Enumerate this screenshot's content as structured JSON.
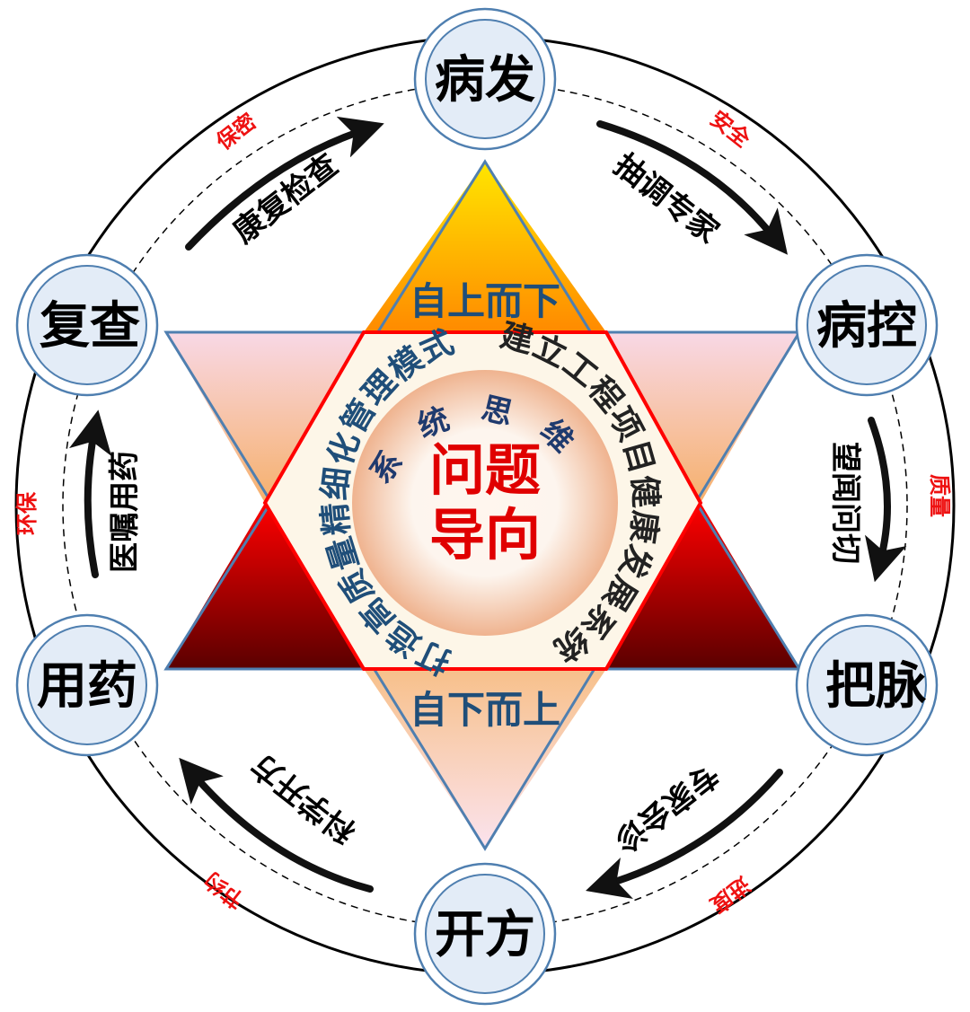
{
  "diagram": {
    "title": "问题导向 系统思维",
    "colors": {
      "node_fill": "#e3ecf7",
      "node_stroke": "#4f7fb0",
      "star_stroke": "#4f7fb0",
      "hexagon_stroke": "#ff0000",
      "top_triangle_top": "#ffe000",
      "top_triangle_bottom": "#ff8a00",
      "side_triangle_top": "#ff0000",
      "side_triangle_bottom": "#5a0000",
      "value_text": "#ee1111",
      "direction_text": "#1f4e79",
      "core_text": "#e00000"
    },
    "nodes": [
      {
        "id": "bingfa",
        "label": "病发",
        "position": "top"
      },
      {
        "id": "bingkong",
        "label": "病控",
        "position": "upper-right"
      },
      {
        "id": "bamai",
        "label": "把脉",
        "position": "lower-right"
      },
      {
        "id": "kaifang",
        "label": "开方",
        "position": "bottom"
      },
      {
        "id": "yongyao",
        "label": "用药",
        "position": "lower-left"
      },
      {
        "id": "fucha",
        "label": "复查",
        "position": "upper-left"
      }
    ],
    "steps": [
      {
        "from": "病发",
        "to": "病控",
        "label": "抽调专家",
        "value": "安全"
      },
      {
        "from": "病控",
        "to": "把脉",
        "label": "望闻问切",
        "value": "质量"
      },
      {
        "from": "把脉",
        "to": "开方",
        "label": "专家会诊",
        "value": "进度"
      },
      {
        "from": "开方",
        "to": "用药",
        "label": "科学开方",
        "value": "节约"
      },
      {
        "from": "用药",
        "to": "复查",
        "label": "医嘱用药",
        "value": "环保"
      },
      {
        "from": "复查",
        "to": "病发",
        "label": "康复检查",
        "value": "保密"
      }
    ],
    "directions": {
      "top_down": "自上而下",
      "bottom_up": "自下而上"
    },
    "ring": {
      "left_chars": [
        "打",
        "造",
        "高",
        "质",
        "量",
        "精",
        "细",
        "化",
        "管",
        "理",
        "模",
        "式"
      ],
      "right_chars": [
        "建",
        "立",
        "工",
        "程",
        "项",
        "目",
        "健",
        "康",
        "发",
        "展",
        "系",
        "统"
      ],
      "left_text": "打造高质量精细化管理模式",
      "right_text": "建立工程项目健康发展系统"
    },
    "inner_arc": {
      "chars": [
        "系",
        "统",
        "思",
        "维"
      ],
      "text": "系统思维"
    },
    "core": {
      "line1": "问题",
      "line2": "导向"
    }
  }
}
